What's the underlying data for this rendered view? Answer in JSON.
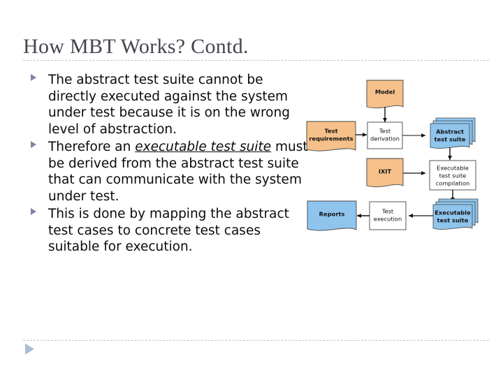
{
  "slide": {
    "title": "How MBT Works? Contd.",
    "bullets": [
      {
        "id": "bullet-1",
        "segments": [
          {
            "text": "The abstract test suite cannot be directly executed against the system under test because it is on the wrong level of abstraction.",
            "style": "normal"
          }
        ]
      },
      {
        "id": "bullet-2",
        "segments": [
          {
            "text": "Therefore an ",
            "style": "normal"
          },
          {
            "text": "executable test suite",
            "style": "italic-underline"
          },
          {
            "text": " must be derived from the abstract test suite that can communicate with the system under test.",
            "style": "normal"
          }
        ]
      },
      {
        "id": "bullet-3",
        "segments": [
          {
            "text": "This is done by mapping the abstract test cases to concrete test cases suitable for execution.",
            "style": "normal"
          }
        ]
      }
    ],
    "bullet_glyph": "triangle-right-marker",
    "bottom_glyph": "triangle-right-marker"
  },
  "diagram": {
    "name": "mbt-process-flow-diagram",
    "colors": {
      "document_orange": "#F5C08A",
      "document_blue": "#8FC4EC",
      "process_white": "#FFFFFF",
      "stroke": "#444444",
      "arrow": "#111111"
    },
    "nodes": [
      {
        "id": "model",
        "label": "Model",
        "shape": "document",
        "fill": "document_orange",
        "bold": true
      },
      {
        "id": "test-requirements",
        "label_lines": [
          "Test",
          "requirements"
        ],
        "shape": "document",
        "fill": "document_orange",
        "bold": true
      },
      {
        "id": "test-derivation",
        "label_lines": [
          "Test",
          "derivation"
        ],
        "shape": "process",
        "fill": "process_white",
        "bold": false
      },
      {
        "id": "abstract-test-suite",
        "label_lines": [
          "Abstract",
          "test suite"
        ],
        "shape": "document-stack",
        "fill": "document_blue",
        "bold": true
      },
      {
        "id": "ixit",
        "label": "IXIT",
        "shape": "document",
        "fill": "document_orange",
        "bold": true
      },
      {
        "id": "executable-test-suite-compilation",
        "label_lines": [
          "Executable",
          "test suite",
          "compilation"
        ],
        "shape": "process",
        "fill": "process_white",
        "bold": false
      },
      {
        "id": "executable-test-suite",
        "label_lines": [
          "Executable",
          "test suite"
        ],
        "shape": "document-stack",
        "fill": "document_blue",
        "bold": true
      },
      {
        "id": "test-execution",
        "label_lines": [
          "Test",
          "execution"
        ],
        "shape": "process",
        "fill": "process_white",
        "bold": false
      },
      {
        "id": "reports",
        "label": "Reports",
        "shape": "document",
        "fill": "document_blue",
        "bold": true
      }
    ],
    "edges": [
      {
        "from": "model",
        "to": "test-derivation",
        "direction": "down"
      },
      {
        "from": "test-requirements",
        "to": "test-derivation",
        "direction": "right"
      },
      {
        "from": "test-derivation",
        "to": "abstract-test-suite",
        "direction": "right"
      },
      {
        "from": "abstract-test-suite",
        "to": "executable-test-suite-compilation",
        "direction": "down"
      },
      {
        "from": "ixit",
        "to": "executable-test-suite-compilation",
        "direction": "right"
      },
      {
        "from": "executable-test-suite-compilation",
        "to": "executable-test-suite",
        "direction": "down"
      },
      {
        "from": "executable-test-suite",
        "to": "test-execution",
        "direction": "left"
      },
      {
        "from": "test-execution",
        "to": "reports",
        "direction": "left"
      }
    ]
  }
}
